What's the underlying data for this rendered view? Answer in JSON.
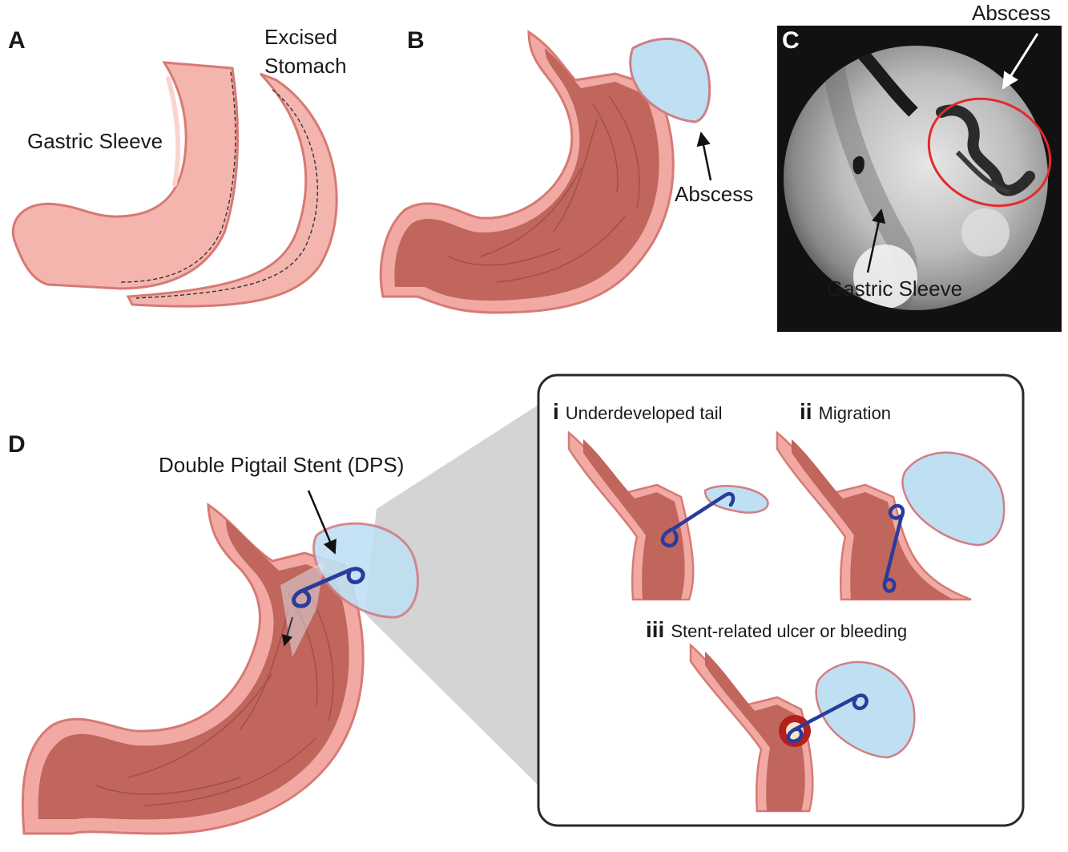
{
  "panels": {
    "a": {
      "letter": "A",
      "sleeve_label": "Gastric Sleeve",
      "excised_line1": "Excised",
      "excised_line2": "Stomach"
    },
    "b": {
      "letter": "B",
      "abscess_label": "Abscess"
    },
    "c": {
      "letter": "C",
      "abscess_label": "Abscess",
      "sleeve_label": "Gastric Sleeve"
    },
    "d": {
      "letter": "D",
      "stent_label": "Double Pigtail Stent (DPS)",
      "inset": {
        "i": {
          "numeral": "i",
          "text": "Underdeveloped tail"
        },
        "ii": {
          "numeral": "ii",
          "text": "Migration"
        },
        "iii": {
          "numeral": "iii",
          "text": "Stent-related ulcer or bleeding"
        }
      }
    }
  },
  "colors": {
    "stomach_outer": "#f2a9a3",
    "stomach_outline": "#d67a74",
    "stomach_inner": "#c0665c",
    "stomach_texture": "#9c4a42",
    "sleeve_fill": "#f4b5ae",
    "abscess_fill": "#bfe0f3",
    "abscess_stroke": "#d07e86",
    "stent": "#283c9c",
    "circle_highlight": "#e32a2a",
    "xray_bg": "#111111",
    "inset_border": "#2a2a2a",
    "projection": "#cfcfcf"
  }
}
